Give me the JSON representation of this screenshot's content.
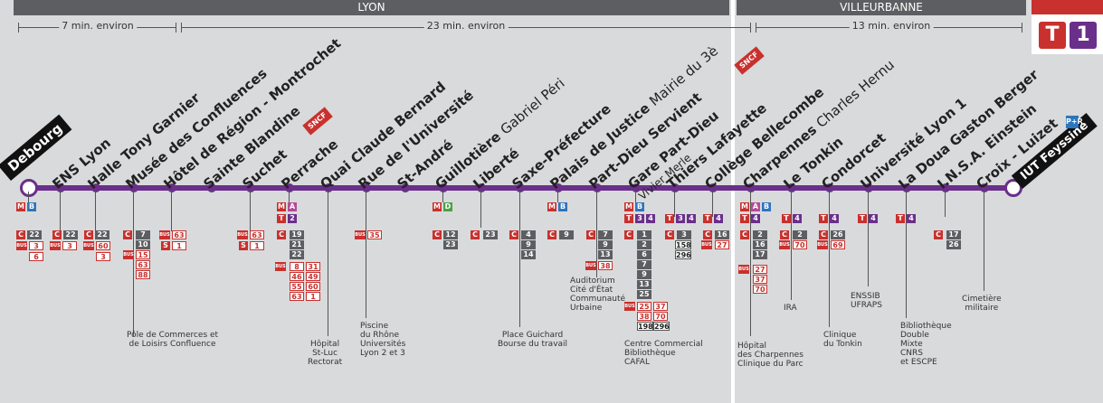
{
  "header": {
    "lyon": "LYON",
    "villeurbanne": "VILLEURBANNE"
  },
  "durations": [
    {
      "label": "7 min. environ"
    },
    {
      "label": "23 min. environ"
    },
    {
      "label": "13 min. environ"
    }
  ],
  "logo": {
    "t": "T",
    "num": "1"
  },
  "accent": {
    "purple": "#6a2f8a",
    "red": "#c8312e",
    "metro_b": "#2f75bb",
    "metro_a": "#b24c97",
    "metro_d": "#4aa246"
  },
  "stations": [
    {
      "name": "Debourg",
      "sub": ""
    },
    {
      "name": "ENS Lyon",
      "sub": ""
    },
    {
      "name": "Halle Tony Garnier",
      "sub": ""
    },
    {
      "name": "Musée des Confluences",
      "sub": ""
    },
    {
      "name": "Hôtel de Région - Montrochet",
      "sub": ""
    },
    {
      "name": "Sainte Blandine",
      "sub": ""
    },
    {
      "name": "Suchet",
      "sub": ""
    },
    {
      "name": "Perrache",
      "sub": ""
    },
    {
      "name": "Quai Claude Bernard",
      "sub": ""
    },
    {
      "name": "Rue de l'Université",
      "sub": ""
    },
    {
      "name": "St-André",
      "sub": ""
    },
    {
      "name": "Guillotière",
      "sub": "Gabriel Péri"
    },
    {
      "name": "Liberté",
      "sub": ""
    },
    {
      "name": "Saxe-Préfecture",
      "sub": ""
    },
    {
      "name": "Palais de Justice",
      "sub": "Mairie du 3è"
    },
    {
      "name": "Part-Dieu Servient",
      "sub": ""
    },
    {
      "name": "Gare Part-Dieu",
      "sub": "Vivier Merle"
    },
    {
      "name": "Thiers Lafayette",
      "sub": ""
    },
    {
      "name": "Collège Bellecombe",
      "sub": ""
    },
    {
      "name": "Charpennes",
      "sub": "Charles Hernu"
    },
    {
      "name": "Le Tonkin",
      "sub": ""
    },
    {
      "name": "Condorcet",
      "sub": ""
    },
    {
      "name": "Université Lyon 1",
      "sub": ""
    },
    {
      "name": "La Doua Gaston Berger",
      "sub": ""
    },
    {
      "name": "I.N.S.A. Einstein",
      "sub": ""
    },
    {
      "name": "Croix - Luizet",
      "sub": ""
    },
    {
      "name": "IUT Feyssine",
      "sub": ""
    }
  ],
  "connections": {
    "ens": [
      "22",
      "3",
      "6"
    ],
    "halle": [
      "22",
      "3"
    ],
    "halle_s": [
      "22",
      "60",
      "3"
    ],
    "confluences": [
      "7",
      "10",
      "15",
      "63",
      "88"
    ],
    "hotel": [
      "63",
      "1"
    ],
    "suchet": [
      "63",
      "1"
    ],
    "perrache": [
      "19",
      "21",
      "22",
      "8",
      "31",
      "46",
      "49",
      "55",
      "60",
      "63",
      "1"
    ],
    "univ": [
      "35"
    ],
    "guillotiere": [
      "12",
      "23"
    ],
    "liberte": [
      "23"
    ],
    "saxe": [
      "4",
      "9",
      "14"
    ],
    "palais": [
      "9"
    ],
    "servient": [
      "7",
      "9",
      "13",
      "38"
    ],
    "gare": [
      "1",
      "2",
      "6",
      "7",
      "9",
      "13",
      "25",
      "25",
      "37",
      "38",
      "70",
      "198",
      "296"
    ],
    "thiers": [
      "3",
      "158",
      "296"
    ],
    "bellecombe": [
      "16",
      "27"
    ],
    "charpennes": [
      "2",
      "16",
      "17",
      "27",
      "37",
      "70"
    ],
    "tonkin": [
      "2",
      "70"
    ],
    "condorcet": [
      "26",
      "69"
    ],
    "croix": [
      "17",
      "26"
    ]
  },
  "lines": {
    "M": "M",
    "B": "B",
    "A": "A",
    "D": "D",
    "T": "T",
    "t2": "2",
    "t3": "3",
    "t4": "4",
    "C": "C",
    "BUS": "BUS",
    "S": "S"
  },
  "pois": {
    "confluence": "Pôle de Commerces et\nde Loisirs Confluence",
    "hopital_stluc": "Hôpital\nSt-Luc\nRectorat",
    "piscine": "Piscine\ndu Rhône\nUniversités\nLyon 2 et 3",
    "guichard": "Place Guichard\nBourse du travail",
    "auditorium": "Auditorium\nCité d'État\nCommunauté\nUrbaine",
    "centre": "Centre Commercial\nBibliothèque\nCAFAL",
    "hopital_charp": "Hôpital\ndes Charpennes\nClinique du Parc",
    "ira": "IRA",
    "clinique_tonkin": "Clinique\ndu Tonkin",
    "enssib": "ENSSIB\nUFRAPS",
    "biblio": "Bibliothèque\nDouble\nMixte\nCNRS\net ESCPE",
    "cimetiere": "Cimetière\nmilitaire"
  },
  "pictos": {
    "sncf": "SNCF",
    "parking": "P+R"
  }
}
